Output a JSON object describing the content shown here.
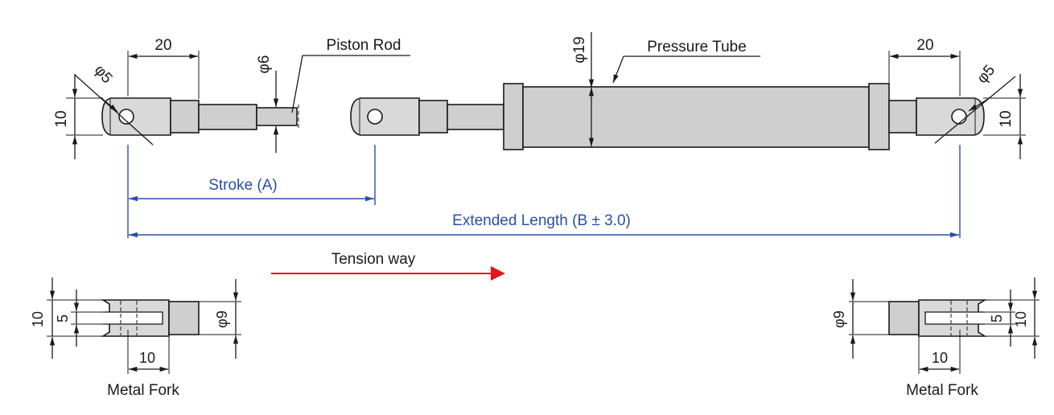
{
  "labels": {
    "piston_rod": "Piston Rod",
    "pressure_tube": "Pressure Tube",
    "stroke": "Stroke (A)",
    "extended_length": "Extended Length (B ± 3.0)",
    "tension_way": "Tension way",
    "metal_fork_left": "Metal Fork",
    "metal_fork_right": "Metal Fork"
  },
  "dimensions": {
    "eye_width_left": "20",
    "eye_width_right": "20",
    "eye_hole_left": "φ5",
    "eye_hole_right": "φ5",
    "eye_height_left": "10",
    "eye_height_right": "10",
    "rod_diameter": "φ6",
    "tube_diameter": "φ19",
    "fork_height_left": "10",
    "fork_slot_left": "5",
    "fork_diameter_left": "φ9",
    "fork_length_left": "10",
    "fork_height_right": "10",
    "fork_slot_right": "5",
    "fork_diameter_right": "φ9",
    "fork_length_right": "10"
  },
  "colors": {
    "stroke_lines": "#1a1a1a",
    "part_fill": "#cfcfcf",
    "dimension_blue": "#2a4fa8",
    "arrow_red": "#e8141c"
  }
}
